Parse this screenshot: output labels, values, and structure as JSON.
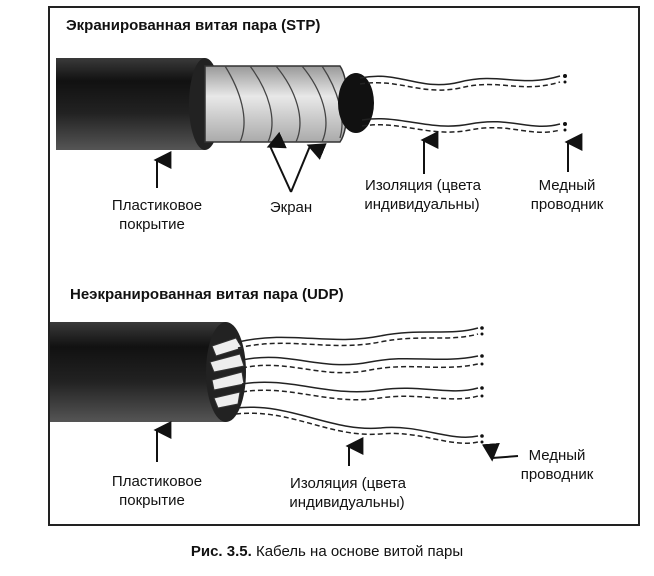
{
  "stp": {
    "title": "Экранированная витая пара (STP)",
    "label_jacket_1": "Пластиковое",
    "label_jacket_2": "покрытие",
    "label_shield": "Экран",
    "label_insulation_1": "Изоляция (цвета",
    "label_insulation_2": "индивидуальны)",
    "label_conductor_1": "Медный",
    "label_conductor_2": "проводник"
  },
  "utp": {
    "title": "Неэкранированная витая пара (UDP)",
    "label_jacket_1": "Пластиковое",
    "label_jacket_2": "покрытие",
    "label_insulation_1": "Изоляция (цвета",
    "label_insulation_2": "индивидуальны)",
    "label_conductor_1": "Медный",
    "label_conductor_2": "проводник"
  },
  "caption": {
    "prefix": "Рис. 3.5.",
    "text": "Кабель на основе витой пары"
  }
}
